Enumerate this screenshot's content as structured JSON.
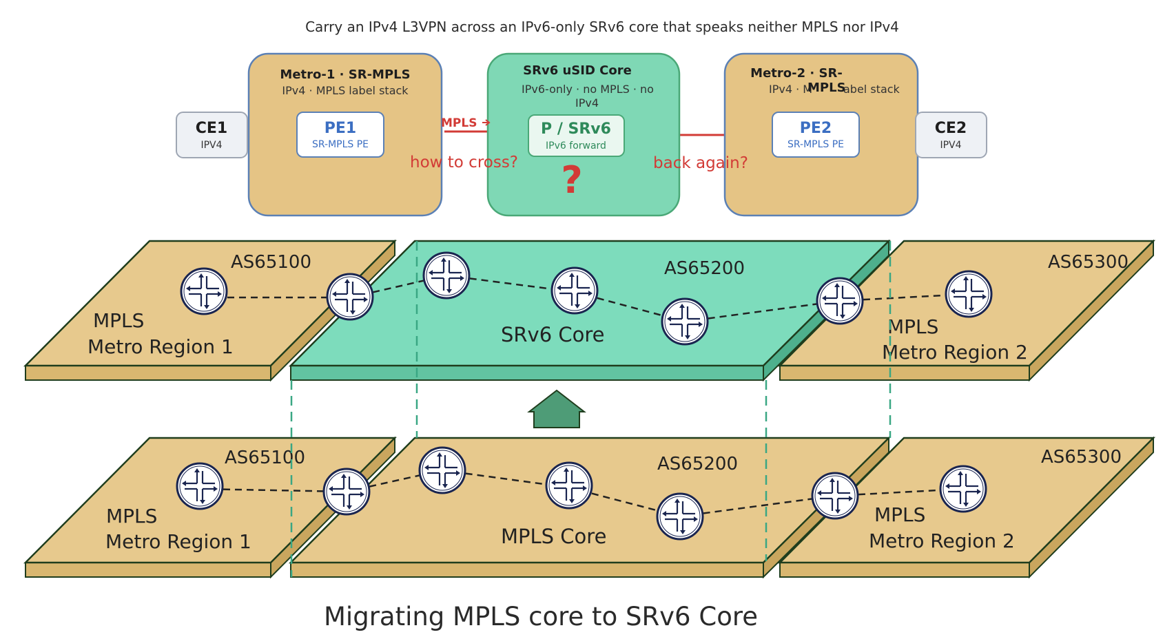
{
  "colors": {
    "metro_fill": "#e5c485",
    "metro_stroke": "#5b80b5",
    "core_fill": "#7fd8b5",
    "core_stroke": "#4aa877",
    "slab_top_tan": "#e7c98d",
    "slab_side_tan": "#d9b770",
    "slab_top_green": "#7ddcbc",
    "slab_side_green": "#62c4a1",
    "slab_border": "#1f3d1d",
    "router_ring": "#1a2550",
    "dashed_guides": "#3aa784",
    "arrow_fill": "#4e9c77",
    "mpls_red": "#d23b36",
    "pe_text_blue": "#3b6ec2"
  },
  "top_diagram": {
    "title": "Carry an IPv4 L3VPN across an IPv6-only SRv6 core that speaks neither MPLS nor IPv4",
    "ce1": {
      "name": "CE1",
      "sub": "IPV4"
    },
    "ce2": {
      "name": "CE2",
      "sub": "IPV4"
    },
    "metro1": {
      "title": "Metro-1 · SR-MPLS",
      "subtitle": "IPv4 · MPLS label stack",
      "pe": {
        "name": "PE1",
        "sub": "SR-MPLS PE"
      }
    },
    "core": {
      "title": "SRv6 uSID Core",
      "subtitle_line1": "IPv6-only · no MPLS · no",
      "subtitle_line2": "IPv4",
      "p": {
        "name": "P / SRv6",
        "sub": "IPv6 forward"
      },
      "question_mark": "?"
    },
    "metro2": {
      "title_line1": "Metro-2 · SR-",
      "title_line2": "MPLS",
      "subtitle_left": "IPv4 · M",
      "subtitle_right": "abel stack",
      "pe": {
        "name": "PE2",
        "sub": "SR-MPLS PE"
      }
    },
    "link_left_label": "MPLS",
    "label_how_to_cross": "how to cross?",
    "label_back_again": "back again?"
  },
  "upper_layer": {
    "left": {
      "as": "AS65100",
      "line1": "MPLS",
      "line2": "Metro Region 1"
    },
    "core": {
      "as": "AS65200",
      "label": "SRv6 Core"
    },
    "right": {
      "as": "AS65300",
      "line1": "MPLS",
      "line2": "Metro Region 2"
    }
  },
  "lower_layer": {
    "left": {
      "as": "AS65100",
      "line1": "MPLS",
      "line2": "Metro Region 1"
    },
    "core": {
      "as": "AS65200",
      "label": "MPLS Core"
    },
    "right": {
      "as": "AS65300",
      "line1": "MPLS",
      "line2": "Metro Region 2"
    }
  },
  "caption": "Migrating MPLS core to SRv6 Core"
}
